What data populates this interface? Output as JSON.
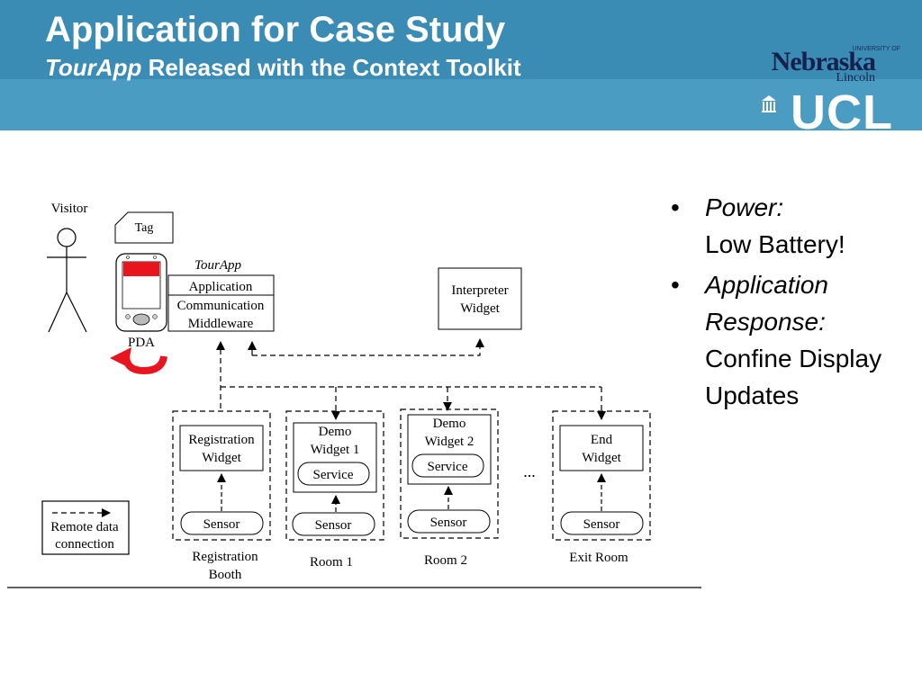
{
  "slide": {
    "title": "Application for Case Study",
    "subtitle_italic": "TourApp",
    "subtitle_rest": " Released with the Context Toolkit"
  },
  "logos": {
    "nebraska_university": "UNIVERSITY OF",
    "nebraska": "Nebraska",
    "nebraska_lincoln": "Lincoln",
    "ucl": "UCL"
  },
  "bullets": [
    {
      "label": "Power:",
      "value": "Low Battery!"
    },
    {
      "label": "Application Response:",
      "value": "Confine Display Updates"
    }
  ],
  "diagram": {
    "visitor": "Visitor",
    "tag": "Tag",
    "pda": "PDA",
    "tourapp": "TourApp",
    "application": "Application",
    "communication": "Communication",
    "middleware": "Middleware",
    "interpreter_line1": "Interpreter",
    "interpreter_line2": "Widget",
    "registration_line1": "Registration",
    "registration_line2": "Widget",
    "demo1_line1": "Demo",
    "demo1_line2": "Widget 1",
    "demo2_line1": "Demo",
    "demo2_line2": "Widget 2",
    "end_line1": "End",
    "end_line2": "Widget",
    "service": "Service",
    "sensor": "Sensor",
    "ellipsis": "...",
    "legend_line1": "Remote data",
    "legend_line2": "connection",
    "room_registration_line1": "Registration",
    "room_registration_line2": "Booth",
    "room1": "Room 1",
    "room2": "Room 2",
    "exit_room": "Exit Room"
  },
  "colors": {
    "header_dark": "#3a8cb4",
    "header_light": "#4a9cc2",
    "pda_screen": "#e8141e",
    "rotate_arrow": "#e8141e"
  }
}
